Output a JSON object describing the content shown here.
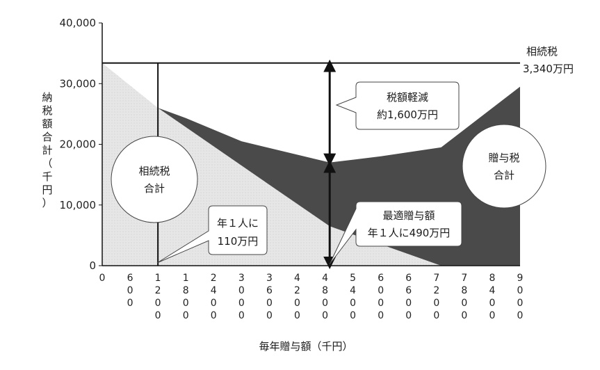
{
  "chart_data": {
    "type": "area",
    "title": "",
    "xlabel": "毎年贈与額（千円）",
    "ylabel": "納税額合計（千円）",
    "ylim": [
      0,
      40000
    ],
    "y_ticks": [
      "40,000",
      "30,000",
      "20,000",
      "10,000",
      "0"
    ],
    "y_tick_values": [
      40000,
      30000,
      20000,
      10000,
      0
    ],
    "x_ticks": [
      "0",
      "600",
      "1200",
      "1800",
      "2400",
      "3000",
      "3600",
      "4200",
      "4800",
      "5400",
      "6000",
      "6600",
      "7200",
      "7800",
      "8400",
      "9000"
    ],
    "x": [
      0,
      600,
      1200,
      1800,
      2400,
      3000,
      3600,
      4200,
      4800,
      5400,
      6000,
      6600,
      7200,
      7800,
      8400,
      9000
    ],
    "series": [
      {
        "name": "相続税合計",
        "points": [
          [
            0,
            33400
          ],
          [
            1200,
            26000
          ],
          [
            3000,
            16500
          ],
          [
            4900,
            6500
          ],
          [
            7300,
            0
          ],
          [
            9000,
            0
          ]
        ]
      },
      {
        "name": "贈与税合計",
        "points": [
          [
            1200,
            0
          ],
          [
            1800,
            1500
          ],
          [
            3000,
            4000
          ],
          [
            4900,
            10500
          ],
          [
            6000,
            14500
          ],
          [
            7300,
            19500
          ],
          [
            9000,
            29500
          ]
        ]
      }
    ],
    "reference_line": {
      "value": 33400,
      "label_line1": "相続税",
      "label_line2": "3,340万円"
    },
    "vertical_marker": {
      "x": 1200
    },
    "optimum_marker": {
      "x": 4900,
      "total": 17000
    },
    "annotations": {
      "reduction_line1": "税額軽減",
      "reduction_line2": "約1,600万円",
      "optimal_line1": "最適贈与額",
      "optimal_line2": "年１人に490万円",
      "marker_line1": "年１人に",
      "marker_line2": "110万円",
      "inheritance_bubble_line1": "相続税",
      "inheritance_bubble_line2": "合計",
      "gift_bubble_line1": "贈与税",
      "gift_bubble_line2": "合計"
    },
    "colors": {
      "inheritance_fill": "#e3e3e3",
      "gift_fill": "#4a4a4a",
      "axis": "#111111"
    },
    "grid": false,
    "legend": "none"
  }
}
